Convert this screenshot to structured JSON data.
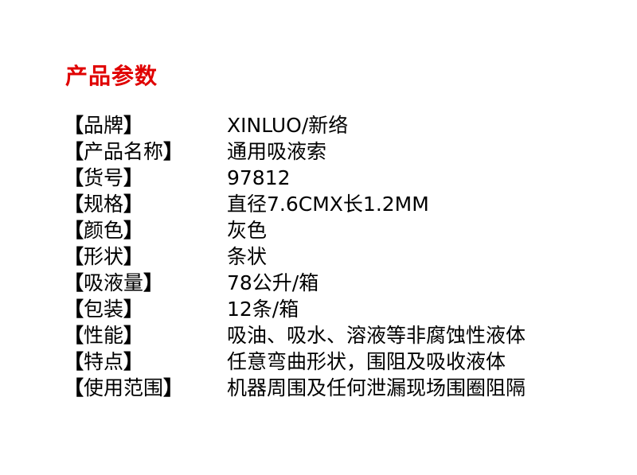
{
  "title": "产品参数",
  "colors": {
    "title": "#e00000",
    "text": "#000000",
    "background": "#ffffff"
  },
  "brackets": {
    "open": "【",
    "close": "】"
  },
  "params": [
    {
      "label": "品牌",
      "value": "XINLUO/新络"
    },
    {
      "label": "产品名称",
      "value": "通用吸液索"
    },
    {
      "label": "货号",
      "value": "97812"
    },
    {
      "label": "规格",
      "value": "直径7.6CMX长1.2MM"
    },
    {
      "label": "颜色",
      "value": "灰色"
    },
    {
      "label": "形状",
      "value": "条状"
    },
    {
      "label": "吸液量",
      "value": "78公升/箱"
    },
    {
      "label": "包装",
      "value": "12条/箱"
    },
    {
      "label": "性能",
      "value": "吸油、吸水、溶液等非腐蚀性液体"
    },
    {
      "label": "特点",
      "value": "任意弯曲形状，围阻及吸收液体"
    },
    {
      "label": "使用范围",
      "value": "机器周围及任何泄漏现场围圈阻隔"
    }
  ]
}
